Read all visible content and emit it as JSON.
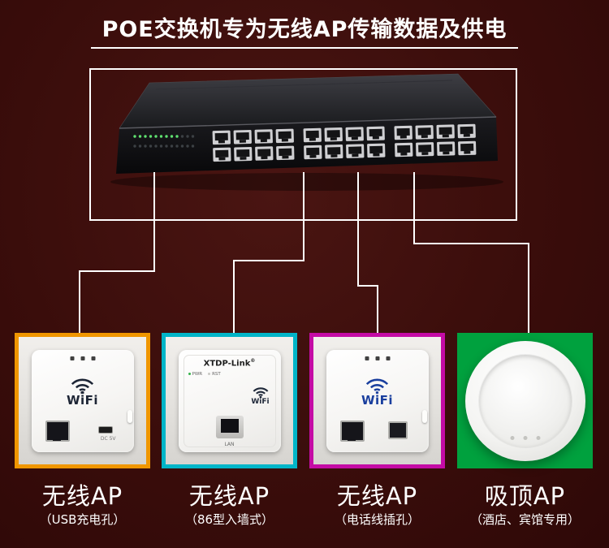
{
  "page": {
    "title": "POE交换机专为无线AP传输数据及供电",
    "background": "#3a0d0b"
  },
  "switch_panel": {
    "description": "24-port POE rack switch photo",
    "port_groups": 3,
    "ports_per_group": 8
  },
  "products": [
    {
      "id": "wall-ap-usb",
      "label": "无线AP",
      "sublabel": "（USB充电孔）",
      "border_color": "#f09600",
      "wifi_text": "WiFi",
      "usb_label": "DC 5V"
    },
    {
      "id": "wall-ap-86",
      "label": "无线AP",
      "sublabel": "（86型入墙式）",
      "border_color": "#00b5c8",
      "brand": "XTDP-Link",
      "brand_mark": "®",
      "led_label_left": "PWR",
      "led_label_right": "RST",
      "wifi_text": "WiFi",
      "port_label": "LAN"
    },
    {
      "id": "wall-ap-phone",
      "label": "无线AP",
      "sublabel": "（电话线插孔）",
      "border_color": "#c40ba5",
      "wifi_text": "WiFi"
    },
    {
      "id": "ceiling-ap",
      "label": "吸顶AP",
      "sublabel": "（酒店、宾馆专用）",
      "border_color": "#00a13e"
    }
  ]
}
